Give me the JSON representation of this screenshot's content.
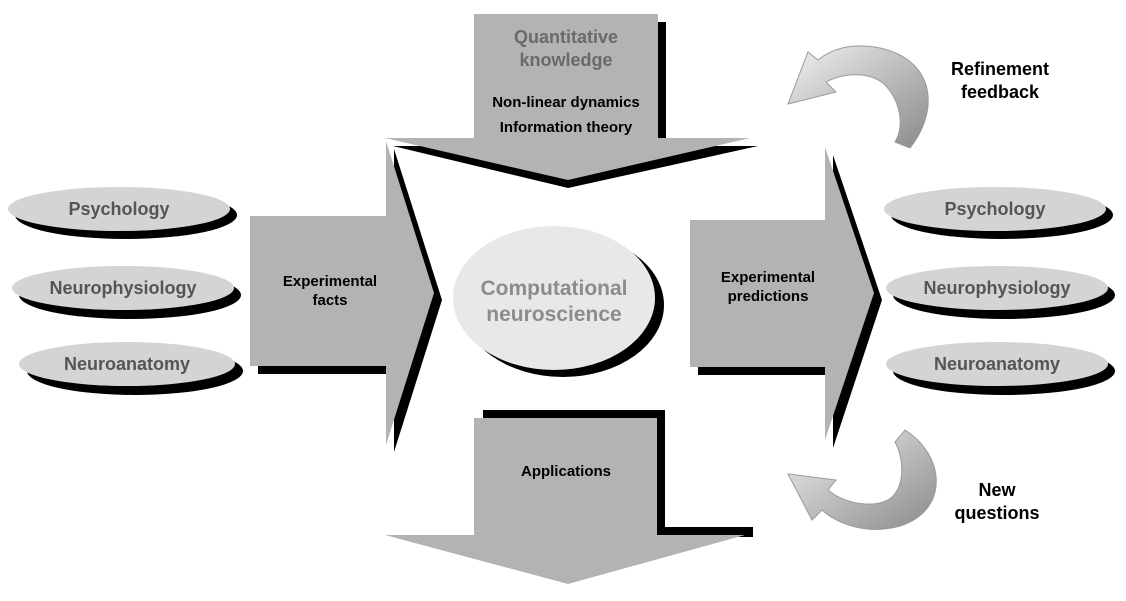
{
  "top_input": {
    "title_line1": "Quantitative",
    "title_line2": "knowledge",
    "item1": "Non-linear dynamics",
    "item2": "Information theory"
  },
  "left_arrow": {
    "line1": "Experimental",
    "line2": "facts"
  },
  "right_arrow": {
    "line1": "Experimental",
    "line2": "predictions"
  },
  "center": {
    "line1": "Computational",
    "line2": "neuroscience"
  },
  "bottom_output": {
    "label": "Applications"
  },
  "left_fields": [
    "Psychology",
    "Neurophysiology",
    "Neuroanatomy"
  ],
  "right_fields": [
    "Psychology",
    "Neurophysiology",
    "Neuroanatomy"
  ],
  "feedback_top": {
    "line1": "Refinement",
    "line2": "feedback"
  },
  "feedback_bottom": {
    "line1": "New",
    "line2": "questions"
  },
  "colors": {
    "arrow_fill": "#b3b3b3",
    "shadow": "#000000",
    "oval_fill": "#d4d4d4",
    "center_fill": "#e8e8e8"
  }
}
